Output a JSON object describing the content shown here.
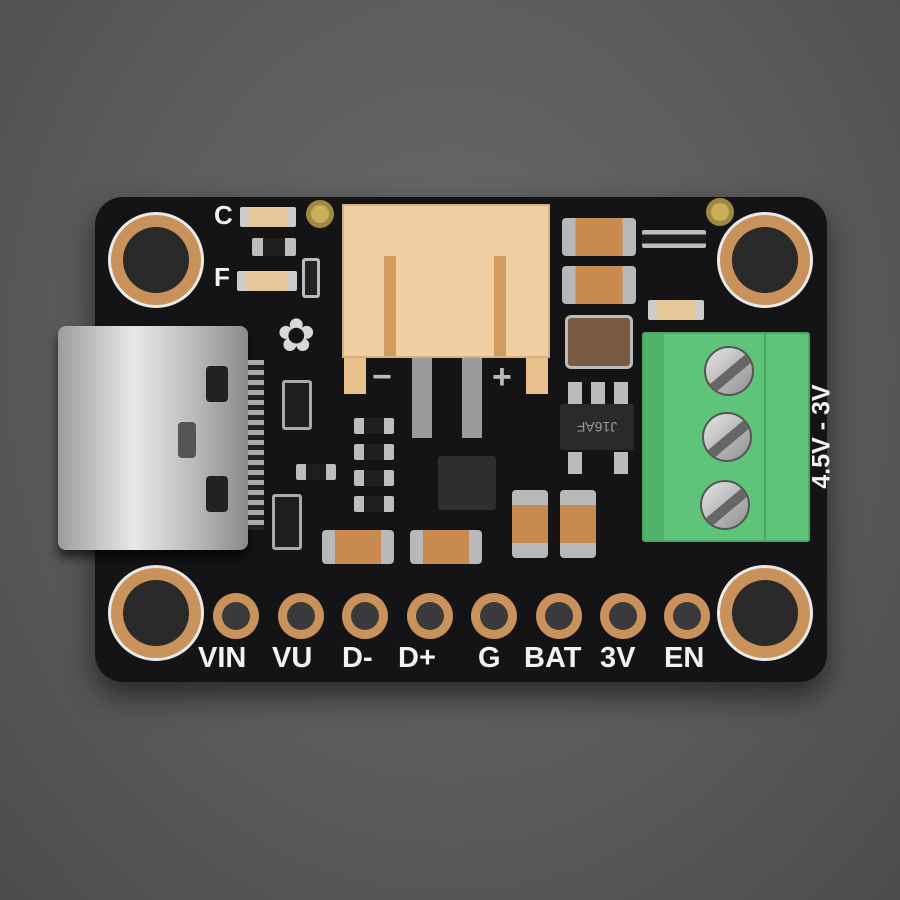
{
  "board": {
    "led_labels": {
      "charge": "C",
      "fault": "F"
    },
    "jst_labels": {
      "minus": "−",
      "plus": "+"
    },
    "chip_marking": "J16AF",
    "terminal_label": "4.5V - 3V",
    "pin_labels": [
      "VIN",
      "VU",
      "D-",
      "D+",
      "G",
      "BAT",
      "3V",
      "EN"
    ]
  },
  "colors": {
    "pcb": "#141416",
    "copper": "#c9925a",
    "terminal": "#5ec47a",
    "jst": "#f2cfa2"
  }
}
